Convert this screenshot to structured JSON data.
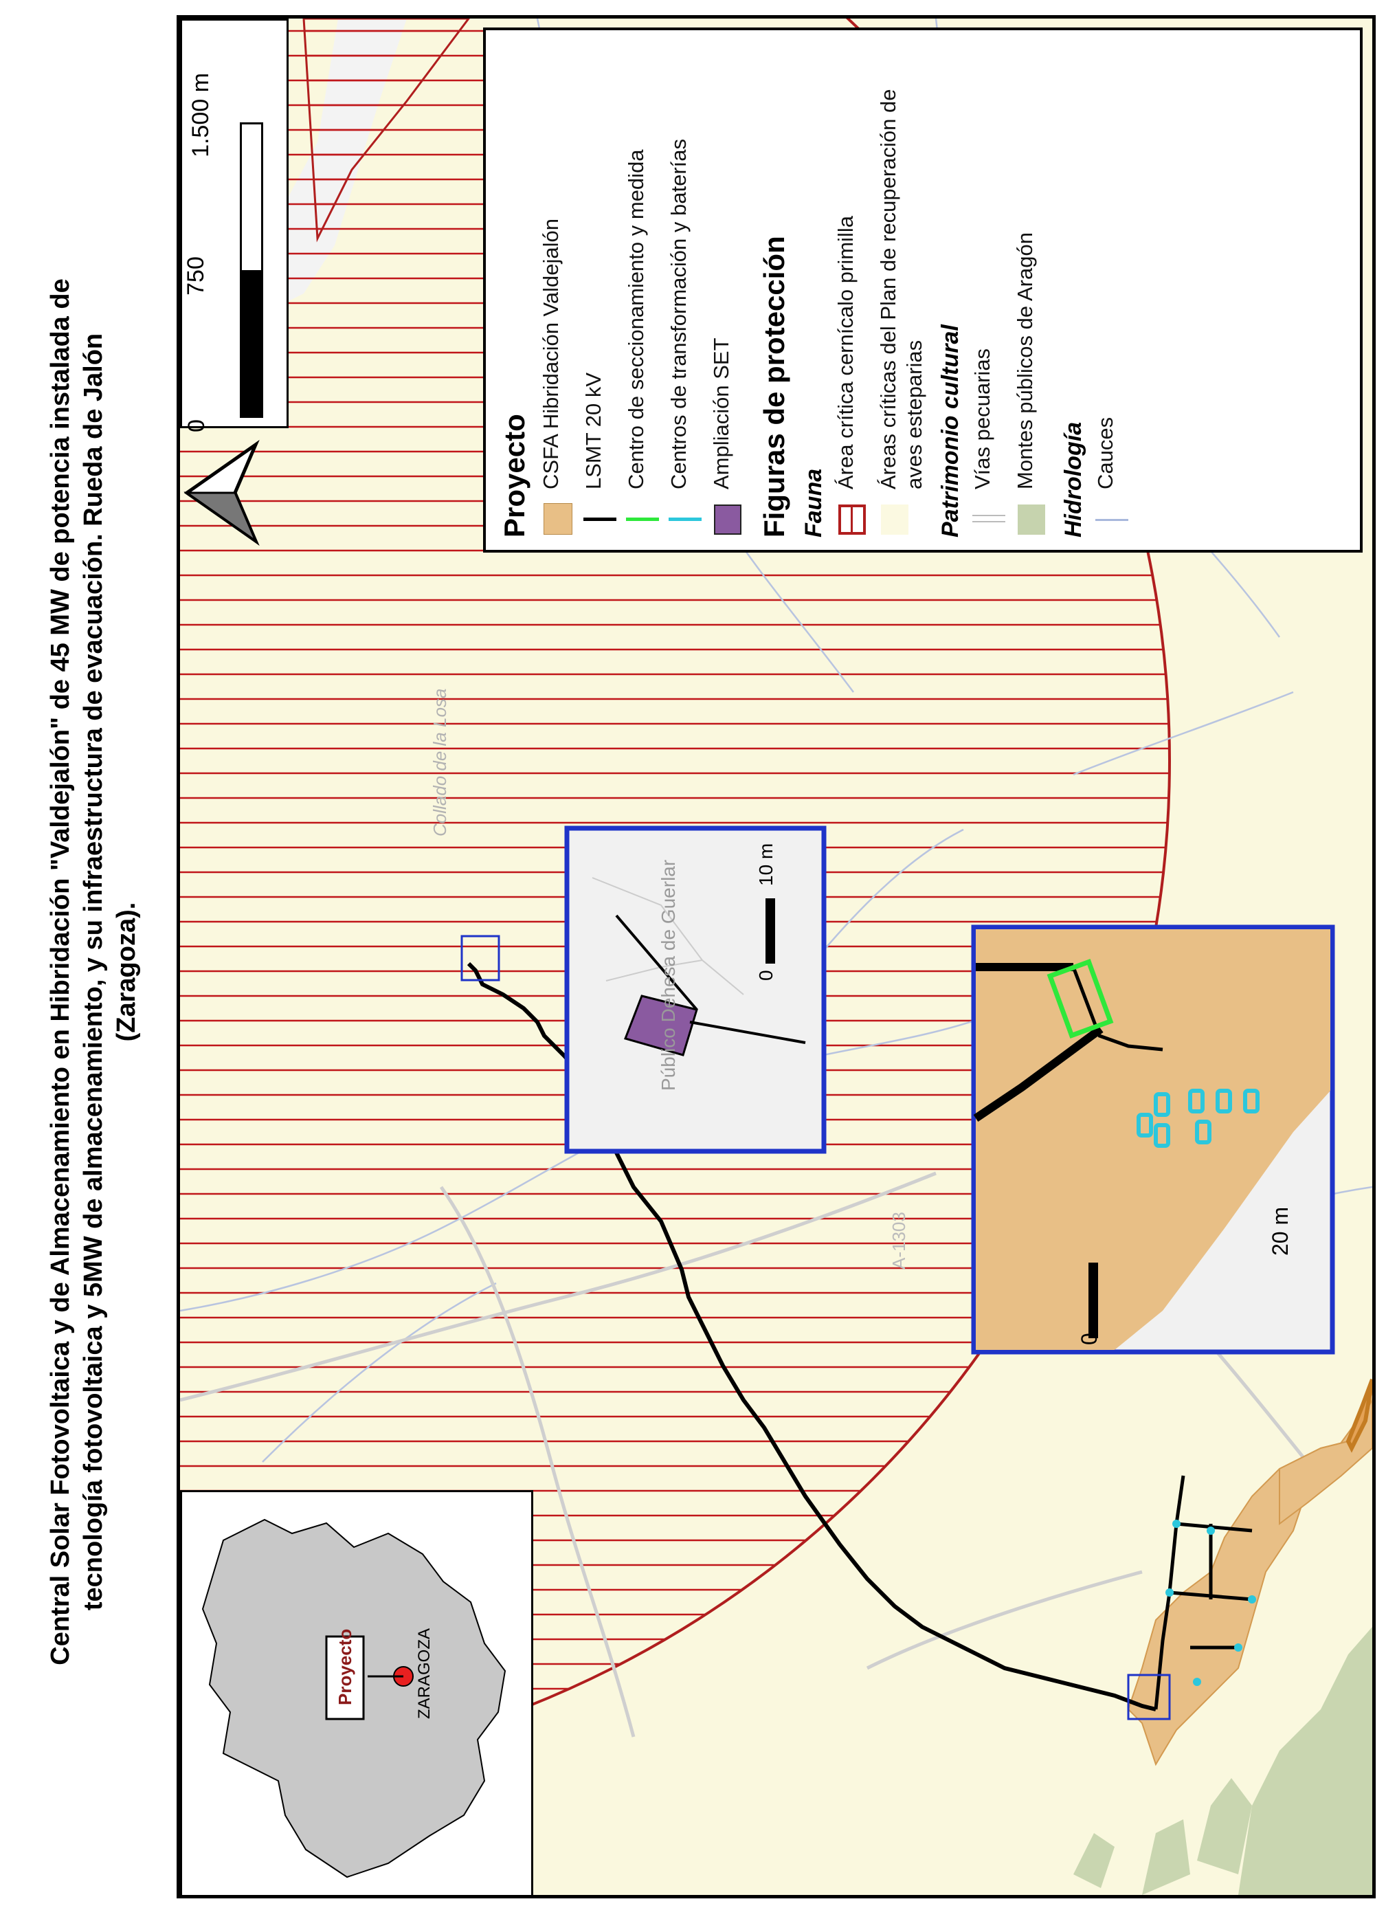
{
  "title": {
    "line1": "Central Solar Fotovoltaica y de Almacenamiento en Hibridación \"Valdejalón\" de 45 MW de potencia instalada de",
    "line2": "tecnología fotovoltaica y 5MW de almacenamiento, y su infraestructura de evacuación. Rueda de Jalón",
    "line3": "(Zaragoza)."
  },
  "scalebar": {
    "labels": [
      "0",
      "750",
      "1.500 m"
    ]
  },
  "legend": {
    "proyecto_heading": "Proyecto",
    "proyecto_items": [
      {
        "label": "CSFA Hibridación Valdejalón",
        "color": "#e8bf86"
      },
      {
        "label": "LSMT 20 kV",
        "color": "#000000"
      },
      {
        "label": "Centro de seccionamiento y medida",
        "color": "#2ee83b"
      },
      {
        "label": "Centros de transformación y baterías",
        "color": "#2cc7dc"
      },
      {
        "label": "Ampliación SET",
        "color": "#8a5aa0"
      }
    ],
    "figuras_heading": "Figuras de protección",
    "fauna_heading": "Fauna",
    "fauna_items": [
      {
        "label": "Área crítica cernícalo primilla",
        "color": "#b01e1e"
      },
      {
        "label": "Áreas críticas del Plan de recuperación de aves esteparias",
        "color": "#fbf9e1"
      }
    ],
    "patrimonio_heading": "Patrimonio cultural",
    "patrimonio_items": [
      {
        "label": "Vías pecuarias",
        "color": "#c9c9c9"
      },
      {
        "label": "Montes públicos de Aragón",
        "color": "#c6d3ae"
      }
    ],
    "hidrologia_heading": "Hidrología",
    "hidrologia_items": [
      {
        "label": "Cauces",
        "color": "#a8b8dc"
      }
    ]
  },
  "map_labels": {
    "collado": "Collado de la Losa",
    "road": "A-1303",
    "monte": "Público Dehesa de Guerlar"
  },
  "inset_set": {
    "scale_zero": "0",
    "scale_label": "10 m"
  },
  "inset_csfa": {
    "scale_zero": "0",
    "scale_label": "20 m"
  },
  "locator": {
    "project_label": "Proyecto",
    "city_label": "ZARAGOZA"
  }
}
